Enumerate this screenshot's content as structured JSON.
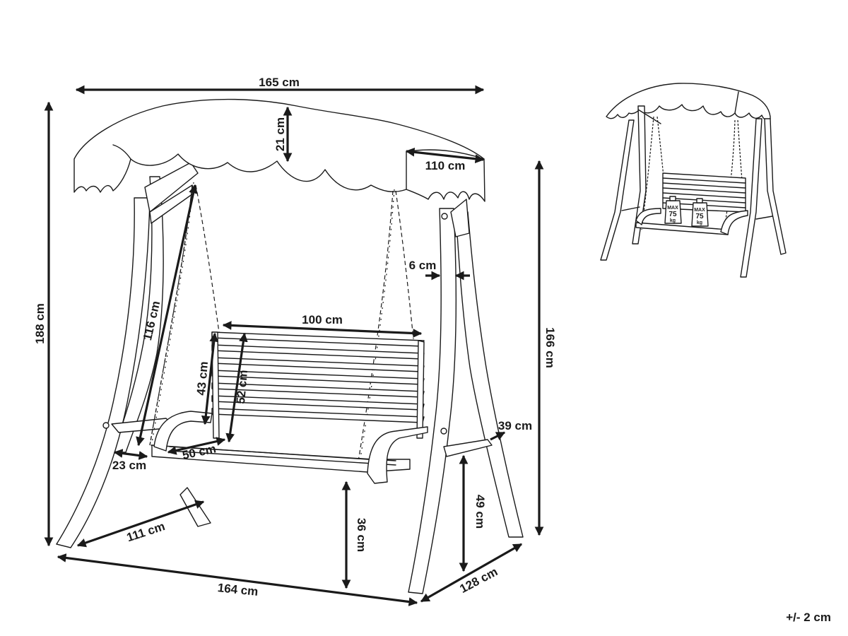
{
  "dimensions": {
    "canopy_width": "165 cm",
    "canopy_height": "21 cm",
    "canopy_depth": "110 cm",
    "total_height": "188 cm",
    "inner_height": "166 cm",
    "post_width": "6 cm",
    "chain_length": "116 cm",
    "seat_width": "100 cm",
    "backrest_height": "43 cm",
    "back_height_total": "52 cm",
    "seat_depth": "50 cm",
    "shelf_left": "23 cm",
    "shelf_right": "39 cm",
    "shelf_height": "49 cm",
    "seat_height": "36 cm",
    "base_depth_side": "111 cm",
    "base_width": "164 cm",
    "base_depth": "128 cm"
  },
  "badges": [
    {
      "top": "MAX",
      "value": "75",
      "unit": "kg"
    },
    {
      "top": "MAX",
      "value": "75",
      "unit": "kg"
    }
  ],
  "tolerance": "+/- 2 cm"
}
